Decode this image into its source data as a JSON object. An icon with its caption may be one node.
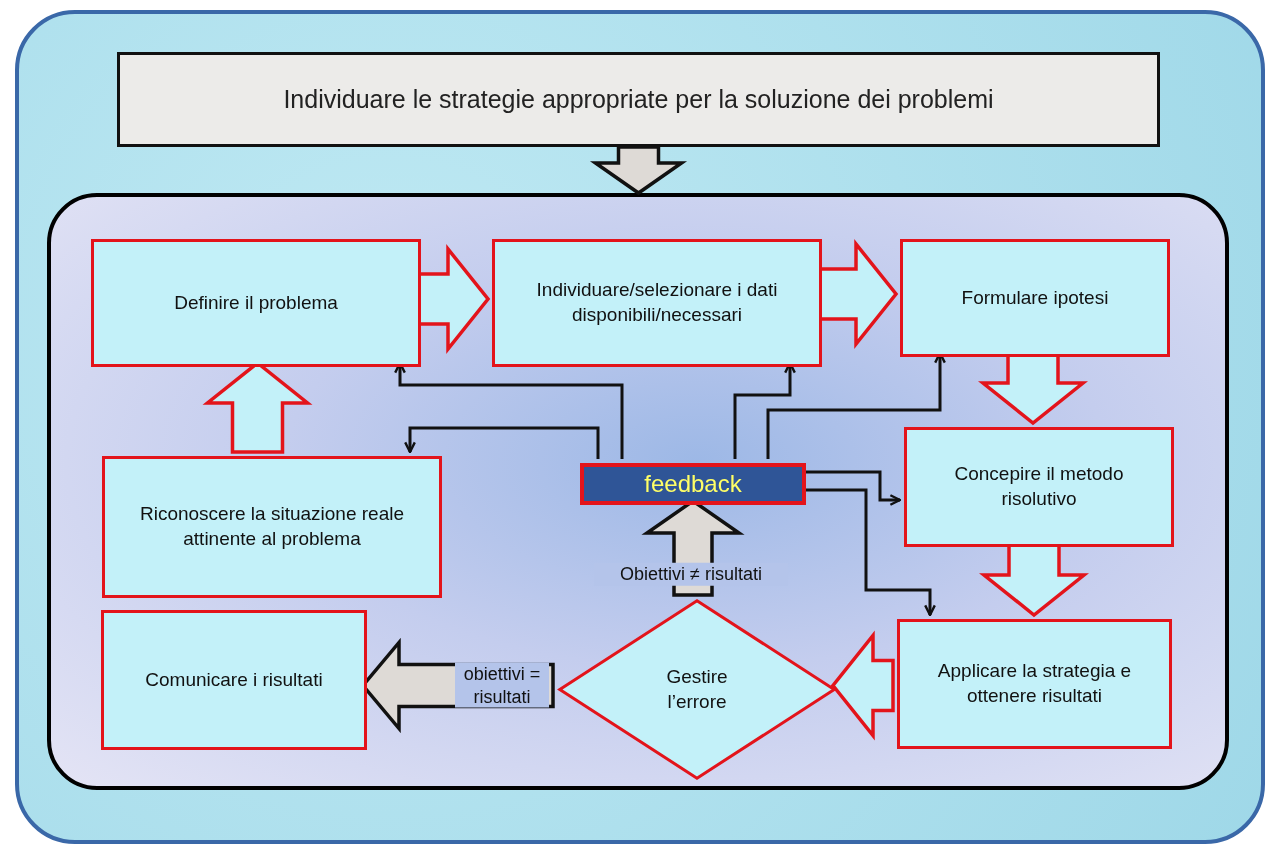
{
  "diagram": {
    "nodes": [
      {
        "text": [
          "Individuare le strategie appropriate per la soluzione dei problemi"
        ]
      },
      {
        "text": [],
        "shape": "box"
      },
      {
        "text": [
          "Definire il problema"
        ],
        "in": 1
      },
      {
        "text": [
          "Individuare/selezionare i dati disponibili/necessari"
        ],
        "in": 1
      },
      {
        "text": [
          "Formulare ipotesi"
        ],
        "in": 1
      },
      {
        "text": [
          "Riconoscere la situazione reale attinente al problema"
        ],
        "in": 1
      },
      {
        "text": [
          "feedback"
        ],
        "in": 1
      },
      {
        "text": [
          "Concepire il metodo risolutivo"
        ],
        "in": 1
      },
      {
        "text": [
          "Comunicare i risultati"
        ],
        "in": 1
      },
      {
        "text": [
          "Gestire l’errore"
        ],
        "in": 1
      },
      {
        "text": [
          "Applicare la strategia e ottenere risultati"
        ],
        "in": 1
      }
    ],
    "edges": [
      {
        "from": 0,
        "to": 1,
        "arrow": "to",
        "style": "thick"
      },
      {
        "from": 2,
        "to": 3,
        "arrow": "to",
        "style": "thick",
        "color": "#e3141b"
      },
      {
        "from": 3,
        "to": 4,
        "arrow": "to",
        "style": "thick",
        "color": "#e3141b"
      },
      {
        "from": 4,
        "to": 7,
        "arrow": "to",
        "style": "thick",
        "color": "#e3141b"
      },
      {
        "from": 7,
        "to": 10,
        "arrow": "to",
        "style": "thick",
        "color": "#e3141b"
      },
      {
        "from": 10,
        "to": 9,
        "arrow": "to",
        "style": "thick",
        "color": "#e3141b"
      },
      {
        "from": 5,
        "to": 2,
        "arrow": "to",
        "style": "thick",
        "color": "#e3141b"
      },
      {
        "from": 9,
        "to": 6,
        "arrow": "to",
        "style": "thick",
        "label": "Obiettivi ≠ risultati"
      },
      {
        "from": 9,
        "to": 8,
        "arrow": "to",
        "style": "thick",
        "label": "obiettivi = risultati"
      },
      {
        "from": 6,
        "to": 2,
        "arrow": "to"
      },
      {
        "from": 6,
        "to": 5,
        "arrow": "to"
      },
      {
        "from": 6,
        "to": 3,
        "arrow": "to"
      },
      {
        "from": 6,
        "to": 4,
        "arrow": "to"
      },
      {
        "from": 6,
        "to": 7,
        "arrow": "to"
      },
      {
        "from": 6,
        "to": 10,
        "arrow": "to"
      }
    ]
  }
}
